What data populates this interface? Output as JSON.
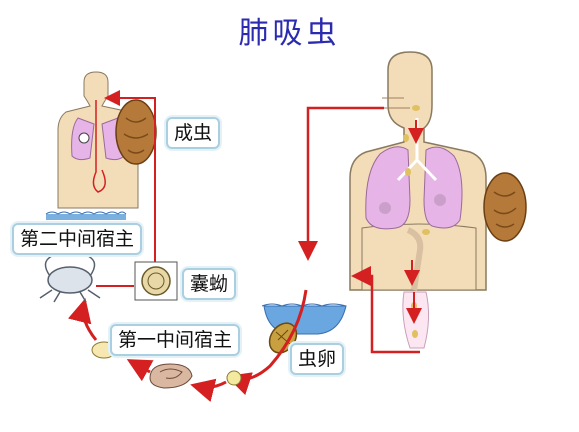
{
  "title": "肺吸虫",
  "labels": {
    "adult": "成虫",
    "second_host": "第二中间宿主",
    "cyst": "囊蚴",
    "first_host": "第一中间宿主",
    "egg": "虫卵"
  },
  "colors": {
    "title": "#2b2bb0",
    "arrow": "#d42020",
    "skin": "#f3dcb8",
    "lung": "#e6b4e6",
    "label_border": "#a9cfe0",
    "water": "#6aa7e0"
  }
}
